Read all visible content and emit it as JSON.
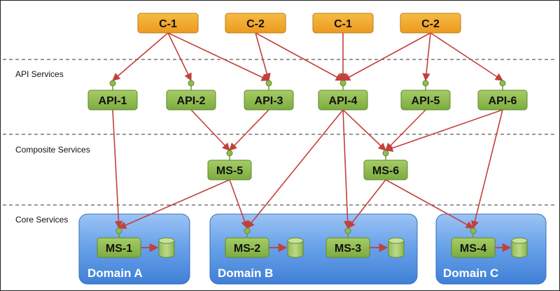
{
  "layers": {
    "api": "API Services",
    "composite": "Composite Services",
    "core": "Core Services"
  },
  "clients": [
    "C-1",
    "C-2",
    "C-1",
    "C-2"
  ],
  "apis": [
    "API-1",
    "API-2",
    "API-3",
    "API-4",
    "API-5",
    "API-6"
  ],
  "composites": [
    "MS-5",
    "MS-6"
  ],
  "core_services": [
    "MS-1",
    "MS-2",
    "MS-3",
    "MS-4"
  ],
  "domains": [
    "Domain A",
    "Domain B",
    "Domain C"
  ],
  "colors": {
    "client_fill": "#f0a328",
    "service_fill": "#8cb84e",
    "domain_fill": "#5f9be3",
    "arrow": "#c2403c",
    "connector": "#8fbc52",
    "database": "#a3c862"
  },
  "edges": [
    [
      "client-1",
      "api-1"
    ],
    [
      "client-1",
      "api-2"
    ],
    [
      "client-1",
      "api-3"
    ],
    [
      "client-2",
      "api-3"
    ],
    [
      "client-2",
      "api-4"
    ],
    [
      "client-3",
      "api-4"
    ],
    [
      "client-4",
      "api-4"
    ],
    [
      "client-4",
      "api-5"
    ],
    [
      "client-4",
      "api-6"
    ],
    [
      "api-1",
      "core-1"
    ],
    [
      "api-2",
      "composite-1"
    ],
    [
      "api-3",
      "composite-1"
    ],
    [
      "api-4",
      "composite-2"
    ],
    [
      "api-4",
      "core-2"
    ],
    [
      "api-4",
      "core-3"
    ],
    [
      "api-5",
      "composite-2"
    ],
    [
      "api-6",
      "composite-2"
    ],
    [
      "api-6",
      "core-4"
    ],
    [
      "composite-1",
      "core-1"
    ],
    [
      "composite-1",
      "core-2"
    ],
    [
      "composite-2",
      "core-3"
    ],
    [
      "composite-2",
      "core-4"
    ]
  ]
}
